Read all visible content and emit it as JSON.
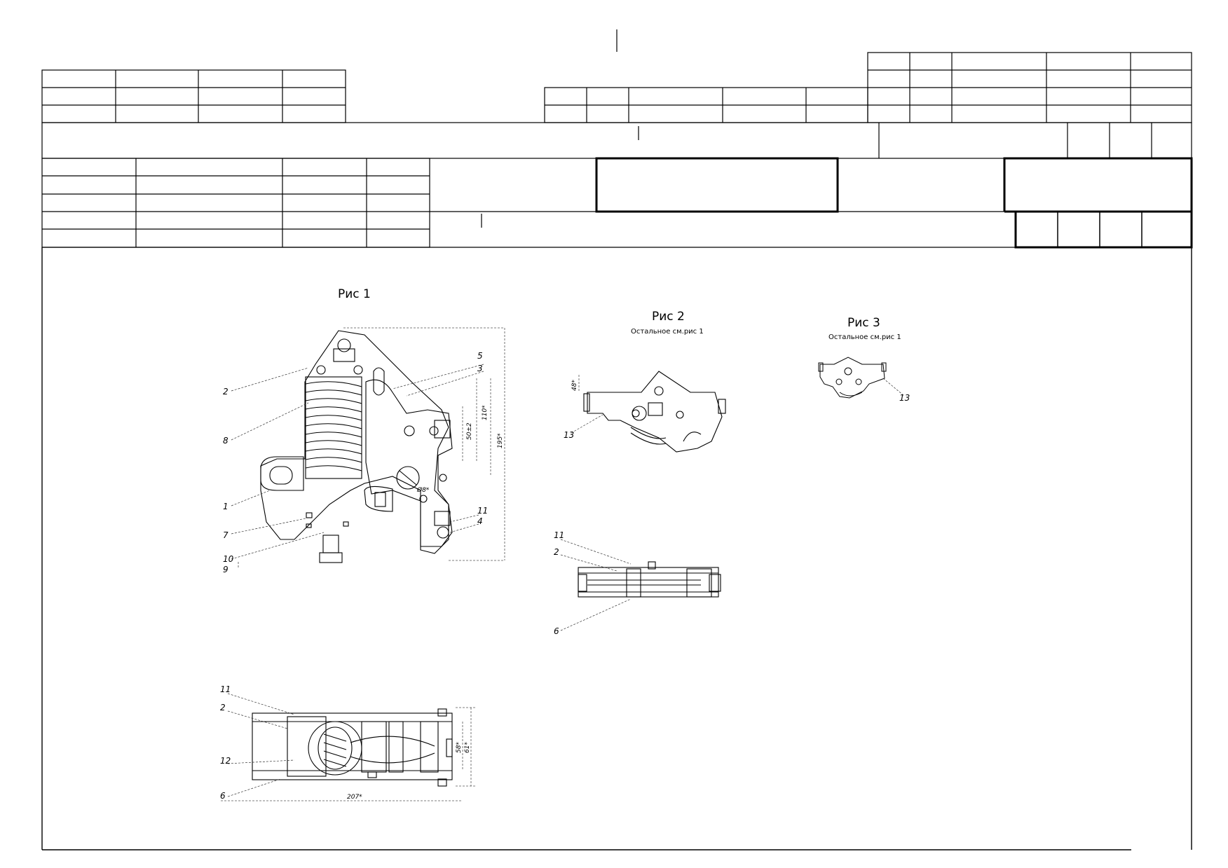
{
  "figures": {
    "fig1": {
      "title": "Рис 1"
    },
    "fig2": {
      "title": "Рис 2",
      "subtitle": "Остальное см.рис 1"
    },
    "fig3": {
      "title": "Рис 3",
      "subtitle": "Остальное см.рис 1"
    }
  },
  "callouts": {
    "fig1_front": [
      "2",
      "8",
      "1",
      "7",
      "10",
      "9",
      "5",
      "3",
      "4",
      "11"
    ],
    "fig1_bottom": [
      "11",
      "2",
      "12",
      "6"
    ],
    "fig2_front": [
      "13"
    ],
    "fig2_side": [
      "11",
      "2",
      "6"
    ],
    "fig3": [
      "13"
    ]
  },
  "dimensions": {
    "fig1_front": [
      "110*",
      "50±2",
      "195*",
      "Ø8*"
    ],
    "fig1_bottom": [
      "58*",
      "61*",
      "207*"
    ],
    "fig2": [
      "48*"
    ]
  }
}
